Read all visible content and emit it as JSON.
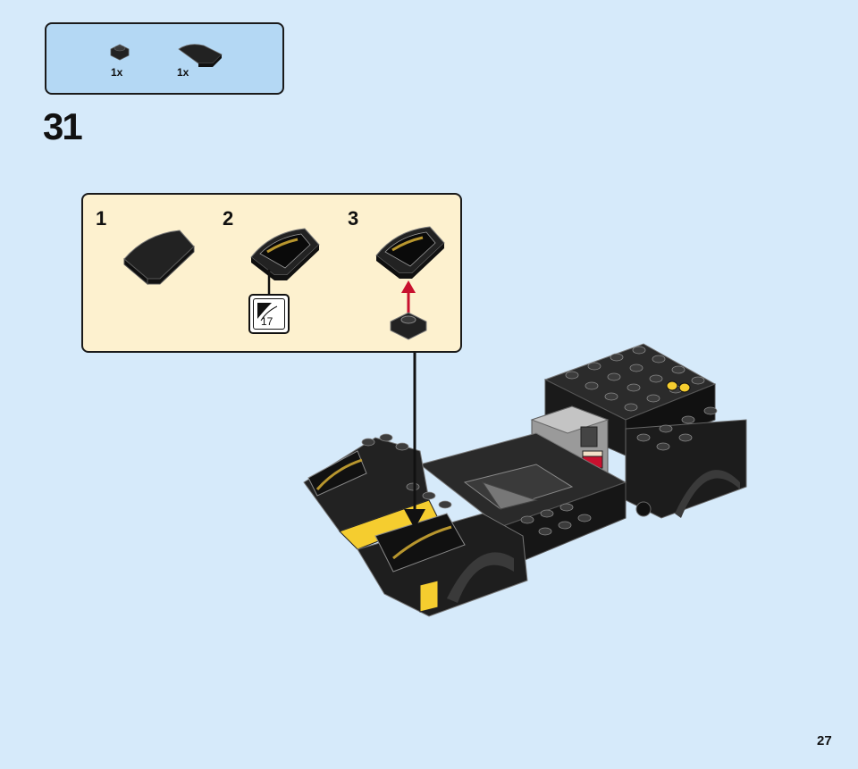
{
  "parts_list": {
    "items": [
      {
        "icon": "round-plate-1x1-icon",
        "quantity": "1x"
      },
      {
        "icon": "curved-slope-2x2-icon",
        "quantity": "1x"
      }
    ]
  },
  "step": {
    "number": "31"
  },
  "sub_steps": [
    {
      "number": "1"
    },
    {
      "number": "2"
    },
    {
      "number": "3"
    }
  ],
  "sticker": {
    "number": "17"
  },
  "page": {
    "number": "27"
  },
  "colors": {
    "background": "#d6eafa",
    "parts_box": "#b4d8f4",
    "substep_box": "#fdf1cf",
    "brick_black": "#1e1e1e",
    "accent_yellow": "#f5cd2f",
    "arrow_red": "#c8102e"
  }
}
